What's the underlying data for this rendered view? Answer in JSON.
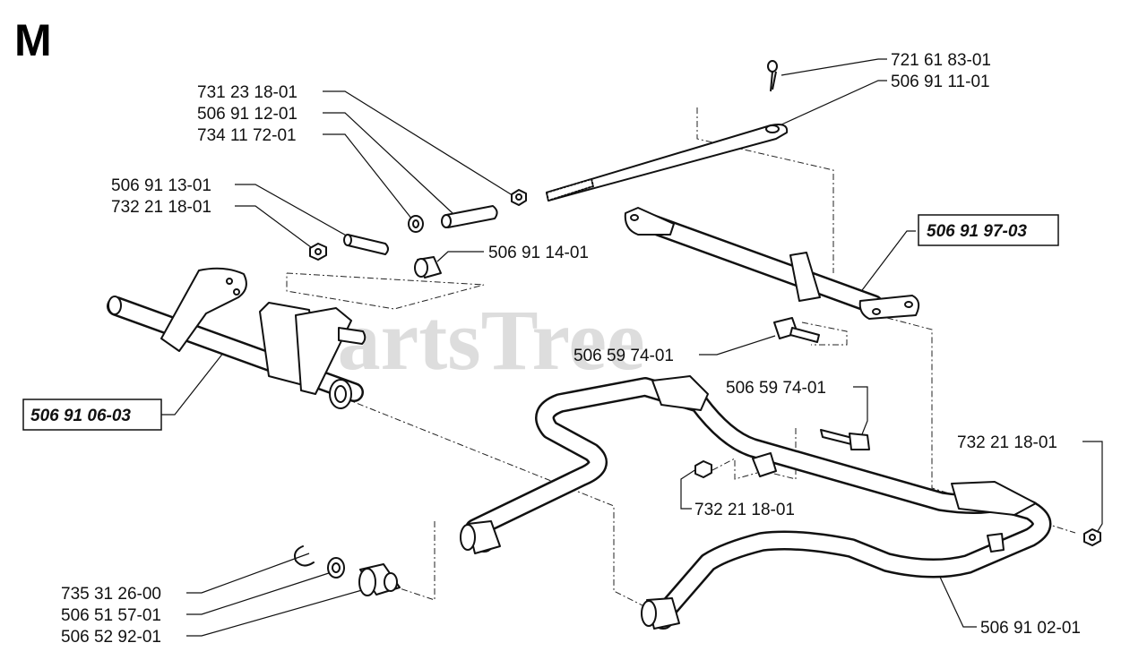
{
  "section_letter": "M",
  "watermark": "PartsTree",
  "parts": {
    "cotter_pin": "721 61 83-01",
    "rod_washer": "506 91 11-01",
    "nut_top": "731 23 18-01",
    "spacer_tube": "506 91 12-01",
    "washer_small": "734 11 72-01",
    "pin": "506 91 13-01",
    "nut_left": "732 21 18-01",
    "bushing": "506 91 14-01",
    "pivot_bar": "506 91 97-03",
    "bolt_upper": "506 59 74-01",
    "bolt_lower": "506 59 74-01",
    "nut_right": "732 21 18-01",
    "nut_middle": "732 21 18-01",
    "front_bracket": "506 91 06-03",
    "snap_ring": "735 31 26-00",
    "washer_large": "506 51 57-01",
    "bearing": "506 52 92-01",
    "axle_frame": "506 91 02-01"
  }
}
